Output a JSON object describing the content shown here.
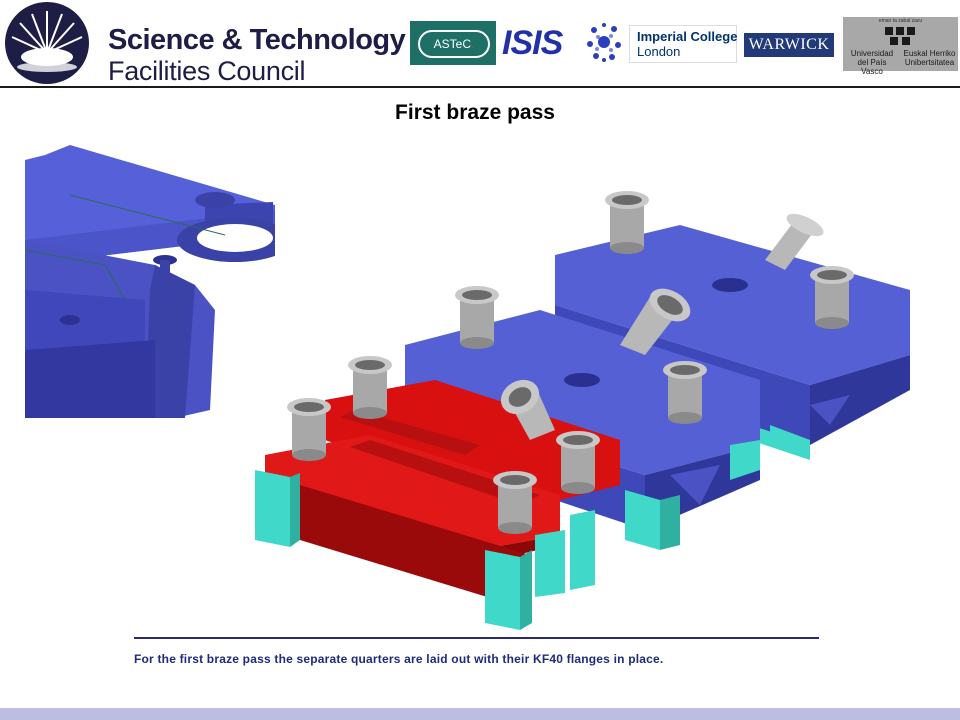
{
  "header": {
    "stfc": {
      "line1": "Science & Technology",
      "line2": "Facilities Council"
    },
    "logos": {
      "astec": {
        "text": "ASTeC",
        "dot": "."
      },
      "isis": {
        "text": "ISIS"
      },
      "imperial": {
        "line1": "Imperial College",
        "line2": "London"
      },
      "warwick": {
        "text": "WARWICK"
      },
      "upv": {
        "topline": "eman ta zabal zazu",
        "left": "Universidad del País Vasco",
        "right": "Euskal Herriko Unibertsitatea"
      }
    }
  },
  "slide": {
    "title": "First braze pass",
    "caption": "For the first braze pass the separate quarters are laid out with their KF40 flanges in place."
  },
  "colors": {
    "navy": "#1d1d45",
    "astec_green": "#1e7066",
    "isis_blue": "#2230a8",
    "imperial_blue": "#00336e",
    "warwick_blue": "#223a78",
    "part_blue": "#4a56cf",
    "part_red": "#d01010",
    "support_teal": "#3fd0c0",
    "flange_silver": "#b0b0b0",
    "footer_lavender": "#bdbde3"
  },
  "icons": [
    "stfc-sunburst-icon",
    "isis-cluster-icon",
    "upv-tree-icon"
  ]
}
